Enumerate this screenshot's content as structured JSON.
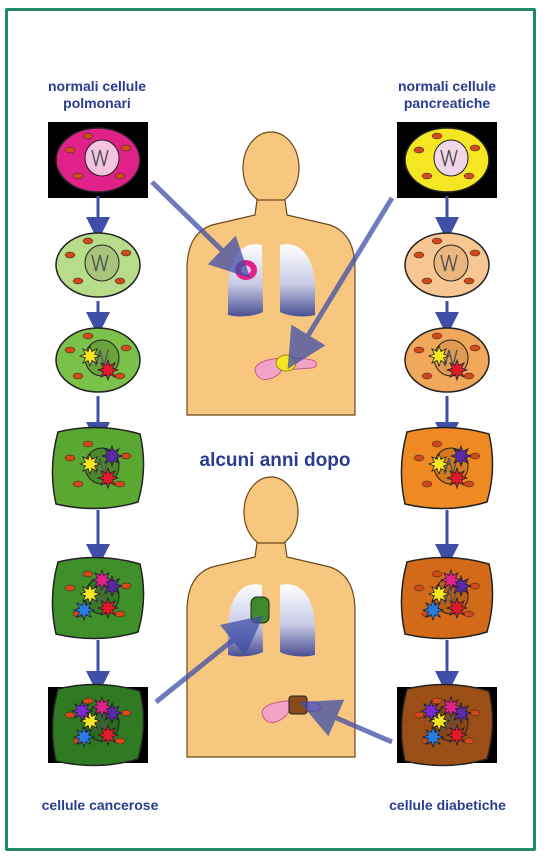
{
  "labels": {
    "top_left_line1": "normali cellule",
    "top_left_line2": "polmonari",
    "top_right_line1": "normali cellule",
    "top_right_line2": "pancreatiche",
    "middle": "alcuni anni dopo",
    "bottom_left": "cellule cancerose",
    "bottom_right": "cellule diabetiche"
  },
  "colors": {
    "frame": "#1f8a63",
    "text": "#2a3c8f",
    "body": "#f7c77f",
    "arrow": "#3f4fa8"
  },
  "lung_cells": [
    {
      "fill": "#e0218a",
      "nucleus": "#f2c4e0",
      "bg": "#000000",
      "stars": 0
    },
    {
      "fill": "#b7dc8a",
      "nucleus": "#a6c57b",
      "bg": "none",
      "stars": 0
    },
    {
      "fill": "#7bc24a",
      "nucleus": "#6aa33c",
      "bg": "none",
      "stars": 2
    },
    {
      "fill": "#5aa732",
      "nucleus": "#4b8a2a",
      "bg": "none",
      "stars": 3
    },
    {
      "fill": "#3f8f2a",
      "nucleus": "#367a24",
      "bg": "none",
      "stars": 5
    },
    {
      "fill": "#2f7a22",
      "nucleus": "#2a6a1e",
      "bg": "#000000",
      "stars": 6
    }
  ],
  "pancreas_cells": [
    {
      "fill": "#f5e623",
      "nucleus": "#f0d6e8",
      "bg": "#000000",
      "stars": 0
    },
    {
      "fill": "#f7c693",
      "nucleus": "#eab57f",
      "bg": "none",
      "stars": 0
    },
    {
      "fill": "#f2a85a",
      "nucleus": "#e09a52",
      "bg": "none",
      "stars": 2
    },
    {
      "fill": "#ef8a22",
      "nucleus": "#d67a1e",
      "bg": "none",
      "stars": 3
    },
    {
      "fill": "#d26a1a",
      "nucleus": "#bb5e18",
      "bg": "none",
      "stars": 5
    },
    {
      "fill": "#9b4f16",
      "nucleus": "#8a4614",
      "bg": "#000000",
      "stars": 6
    }
  ]
}
